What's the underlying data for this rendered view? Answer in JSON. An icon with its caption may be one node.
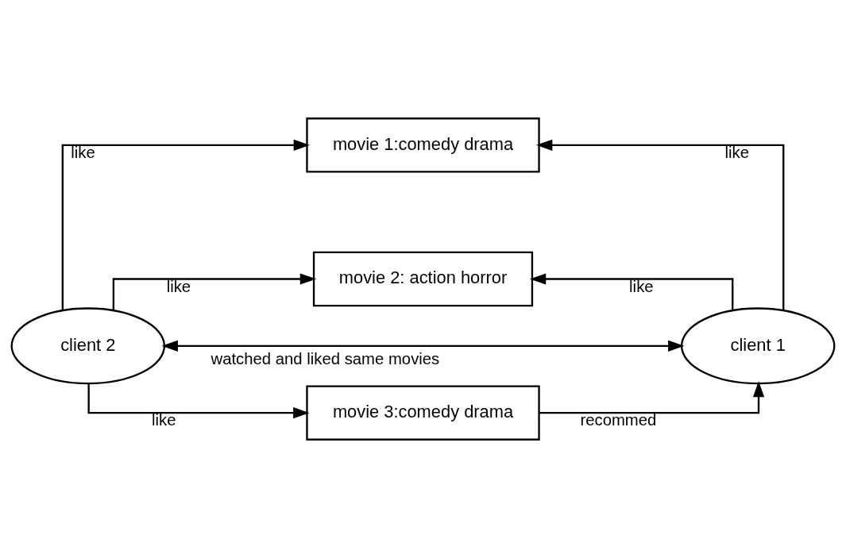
{
  "diagram": {
    "nodes": [
      {
        "text": [
          "client 2"
        ]
      },
      {
        "text": [
          "movie 1:comedy drama"
        ]
      },
      {
        "text": [
          "movie 2: action horror"
        ]
      },
      {
        "text": [
          "movie 3:comedy drama"
        ]
      },
      {
        "text": [
          "client 1"
        ]
      }
    ],
    "edges": [
      {
        "from": 0,
        "to": 1,
        "arrow": "to",
        "label": "like"
      },
      {
        "from": 4,
        "to": 1,
        "arrow": "to",
        "label": "like"
      },
      {
        "from": 0,
        "to": 4,
        "arrow": "both",
        "label": "watched and liked same movies"
      },
      {
        "from": 0,
        "to": 2,
        "arrow": "to",
        "label": "like"
      },
      {
        "from": 4,
        "to": 2,
        "arrow": "to",
        "label": "like"
      },
      {
        "from": 0,
        "to": 3,
        "arrow": "to",
        "label": "like"
      },
      {
        "from": 3,
        "to": 4,
        "arrow": "to",
        "label": "recommed"
      }
    ]
  }
}
